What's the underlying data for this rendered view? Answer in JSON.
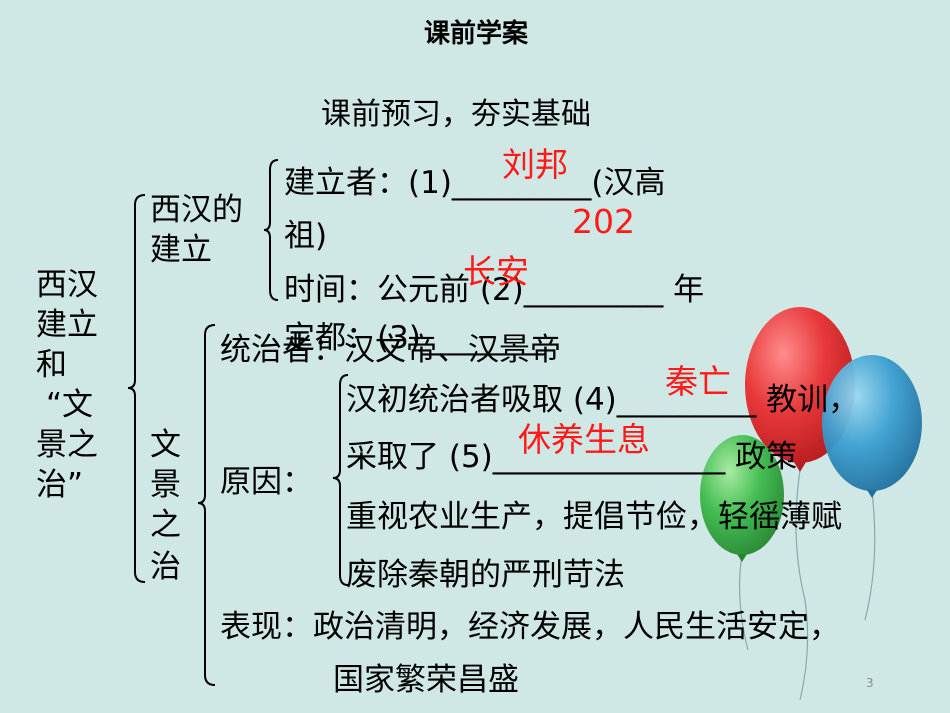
{
  "slide": {
    "title": "课前学案",
    "subtitle": "课前预习，夯实基础",
    "root_label": [
      "西汉",
      "建立",
      "和",
      "“文",
      "景之",
      "治”"
    ],
    "branch1_label": [
      "西汉的",
      "建立"
    ],
    "branch2_label": [
      "文",
      "景",
      "之",
      "治"
    ],
    "founder_line": "建立者：(1)_________(汉高",
    "founder_line2": "祖)",
    "time_line": "时间：公元前 (2)_________ 年",
    "capital_line": "定都：(3)________",
    "rulers_line": "统治者：汉文帝、汉景帝",
    "reason_label": "原因：",
    "reason1": "汉初统治者吸取 (4)_________ 教训，",
    "reason2": "采取了 (5)_______________ 政策",
    "reason3": "重视农业生产，提倡节俭，轻徭薄赋",
    "reason4": "废除秦朝的严刑苛法",
    "performance_line1": "表现：政治清明，经济发展，人民生活安定，",
    "performance_line2": "国家繁荣昌盛",
    "page_number": "3"
  },
  "answers": {
    "a1": "刘邦",
    "a2": "202",
    "a3": "长安",
    "a4": "秦亡",
    "a5": "休养生息"
  },
  "colors": {
    "background": "#cfe8e6",
    "answer": "#ff1a1a",
    "balloon_red": "#e8393b",
    "balloon_blue": "#3b9fd1",
    "balloon_green": "#3dbb4a"
  },
  "decorations": [
    "balloon-red",
    "balloon-blue",
    "balloon-green"
  ]
}
